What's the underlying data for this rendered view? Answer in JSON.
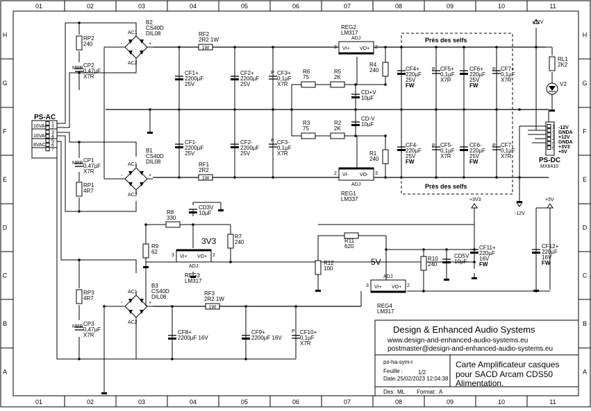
{
  "columns": [
    "01",
    "02",
    "03",
    "04",
    "05",
    "06",
    "07",
    "08",
    "09",
    "10",
    "11"
  ],
  "rows": [
    "H",
    "G",
    "F",
    "E",
    "D",
    "C",
    "B",
    "A"
  ],
  "connectors": {
    "ps_ac": {
      "ref": "PS-AC",
      "pins": [
        "16VAC",
        "16VAC",
        "8VAC"
      ],
      "numbers": [
        "1",
        "2",
        "3",
        "4",
        "5",
        "6",
        "7"
      ]
    },
    "ps_dc": {
      "ref": "PS-DC",
      "part": "MX6410",
      "pins": [
        "-12V",
        "GNDA",
        "+12V",
        "GNDA",
        "+3V3",
        "+5V"
      ],
      "numbers": [
        "1",
        "2",
        "3",
        "4",
        "5",
        "6"
      ]
    }
  },
  "bridges": [
    {
      "ref": "B2",
      "part": "CS40D",
      "pkg": "DIL08"
    },
    {
      "ref": "B1",
      "part": "CS40D",
      "pkg": "DIL08"
    },
    {
      "ref": "B3",
      "part": "CS40D",
      "pkg": "DIL08"
    }
  ],
  "bridge_pins": {
    "ac1": "AC1",
    "ac2": "AC2",
    "plus": "+",
    "minus": "-"
  },
  "regulators": [
    {
      "ref": "REG2",
      "part": "LM317",
      "vi": "VI+",
      "vo": "VO+",
      "adj": "ADJ",
      "p1": "3",
      "p2": "2",
      "p3": "1"
    },
    {
      "ref": "REG1",
      "part": "LM337",
      "vi": "VI-",
      "vo": "VO-",
      "adj": "ADJ",
      "p1": "2",
      "p2": "3",
      "p3": "1"
    },
    {
      "ref": "REG3",
      "part": "LM317",
      "vi": "VI+",
      "vo": "VO+",
      "adj": "ADJ",
      "p1": "3",
      "p2": "2",
      "p3": "1"
    },
    {
      "ref": "REG4",
      "part": "LM317",
      "vi": "VI+",
      "vo": "VO+",
      "adj": "ADJ",
      "p1": "3",
      "p2": "2",
      "p3": "1"
    }
  ],
  "resistors": {
    "RP2": {
      "ref": "RP2",
      "val": "240"
    },
    "RP1": {
      "ref": "RP1",
      "val": "4R7"
    },
    "RP3": {
      "ref": "RP3",
      "val": "4R7"
    },
    "RF2": {
      "ref": "RF2",
      "val": "2R2 1W"
    },
    "RF1": {
      "ref": "RF1",
      "val": "2R2"
    },
    "RF3": {
      "ref": "RF3",
      "val": "2R2 1W"
    },
    "R6": {
      "ref": "R6",
      "val": "75"
    },
    "R5": {
      "ref": "R5",
      "val": "2K"
    },
    "R3": {
      "ref": "R3",
      "val": "75"
    },
    "R2": {
      "ref": "R2",
      "val": "2K"
    },
    "R4": {
      "ref": "R4",
      "val": "240"
    },
    "R1": {
      "ref": "R1",
      "val": "240"
    },
    "R8": {
      "ref": "R8",
      "val": "330"
    },
    "R7": {
      "ref": "R7",
      "val": "240"
    },
    "R9": {
      "ref": "R9",
      "val": "62"
    },
    "R11": {
      "ref": "R11",
      "val": "620"
    },
    "R12": {
      "ref": "R12",
      "val": "100"
    },
    "R10": {
      "ref": "R10",
      "val": "240"
    },
    "RL1": {
      "ref": "RL1",
      "val": "2K2"
    }
  },
  "resistor_body": "1W",
  "capacitors": {
    "CP2": {
      "ref": "CP2",
      "val": "0,47µF",
      "diel": "X7R"
    },
    "CP1": {
      "ref": "CP1",
      "val": "0,47µF",
      "diel": "X7R"
    },
    "CP3": {
      "ref": "CP3",
      "val": "0,47µF",
      "diel": "X7R"
    },
    "CF1p": {
      "ref": "CF1+",
      "val": "2200µF",
      "volt": "25V"
    },
    "CF2p": {
      "ref": "CF2+",
      "val": "2200µF",
      "volt": "25V"
    },
    "CF3p": {
      "ref": "CF3+",
      "val": "0,1µF",
      "volt": "X7R"
    },
    "CF1m": {
      "ref": "CF1-",
      "val": "2200µF",
      "volt": "25V"
    },
    "CF2m": {
      "ref": "CF2-",
      "val": "2200µF",
      "volt": "25V"
    },
    "CF3m": {
      "ref": "CF3-",
      "val": "0,1µF",
      "volt": "X7R"
    },
    "CDp": {
      "ref": "CD+V",
      "val": "10µF"
    },
    "CDm": {
      "ref": "CD-V",
      "val": "10µF"
    },
    "CF4p": {
      "ref": "CF4+",
      "val": "220µF",
      "volt": "25V",
      "fw": "FW"
    },
    "CF5p": {
      "ref": "CF5+",
      "val": "0,1µF",
      "volt": "X7R"
    },
    "CF6p": {
      "ref": "CF6+",
      "val": "220µF",
      "volt": "25V",
      "fw": "FW"
    },
    "CF7p": {
      "ref": "CF7+",
      "val": "0,1µF",
      "volt": "X7R"
    },
    "CF4m": {
      "ref": "CF4-",
      "val": "220µF",
      "volt": "25V",
      "fw": "FW"
    },
    "CF5m": {
      "ref": "CF5-",
      "val": "0,1µF",
      "volt": "X7R"
    },
    "CF6m": {
      "ref": "CF6-",
      "val": "220µF",
      "volt": "25V",
      "fw": "FW"
    },
    "CF7m": {
      "ref": "CF7-",
      "val": "0,1µF",
      "volt": "X7R"
    },
    "CD3V": {
      "ref": "CD3V",
      "val": "10µF"
    },
    "CD5V": {
      "ref": "CD5V",
      "val": "10µF"
    },
    "CF11p": {
      "ref": "CF11+",
      "val": "220µF",
      "volt": "16V",
      "fw": "FW"
    },
    "CF12p": {
      "ref": "CF12+",
      "val": "220µF",
      "volt": "16V",
      "fw": "FW"
    },
    "CF8p": {
      "ref": "CF8+",
      "val": "2200µF 16V"
    },
    "CF9p": {
      "ref": "CF9+",
      "val": "2200µF 16V"
    },
    "CF10p": {
      "ref": "CF10+",
      "val": "0,1µF",
      "volt": "X7R"
    }
  },
  "mpp": "MPP",
  "cap_p": "P",
  "led": {
    "ref": "V2"
  },
  "rails": {
    "p12": "+12V",
    "m12": "-12V",
    "p3v3": "+3V3",
    "p5": "+5V"
  },
  "labels": {
    "v33": "3V3",
    "v5": "5V",
    "near_selfs": "Près des selfs"
  },
  "title_block": {
    "company": "Design & Enhanced Audio Systems",
    "site": "www.design-and-enhanced-audio-systems.eu",
    "email": "postmaster@design-and-enhanced-audio-systems.eu",
    "file": "ps-ha-sym-r",
    "sheet_label": "Feuille :",
    "sheet": "1/2",
    "date_label": "Date:",
    "date": "25/02/2023 12:04:38",
    "des_label": "Des:",
    "des": "ML",
    "format_label": "Format:",
    "format": "A",
    "desc1": "Carte Amplificateur casques",
    "desc2": "pour SACD Arcam CDS50",
    "desc3": "Alimentation."
  }
}
